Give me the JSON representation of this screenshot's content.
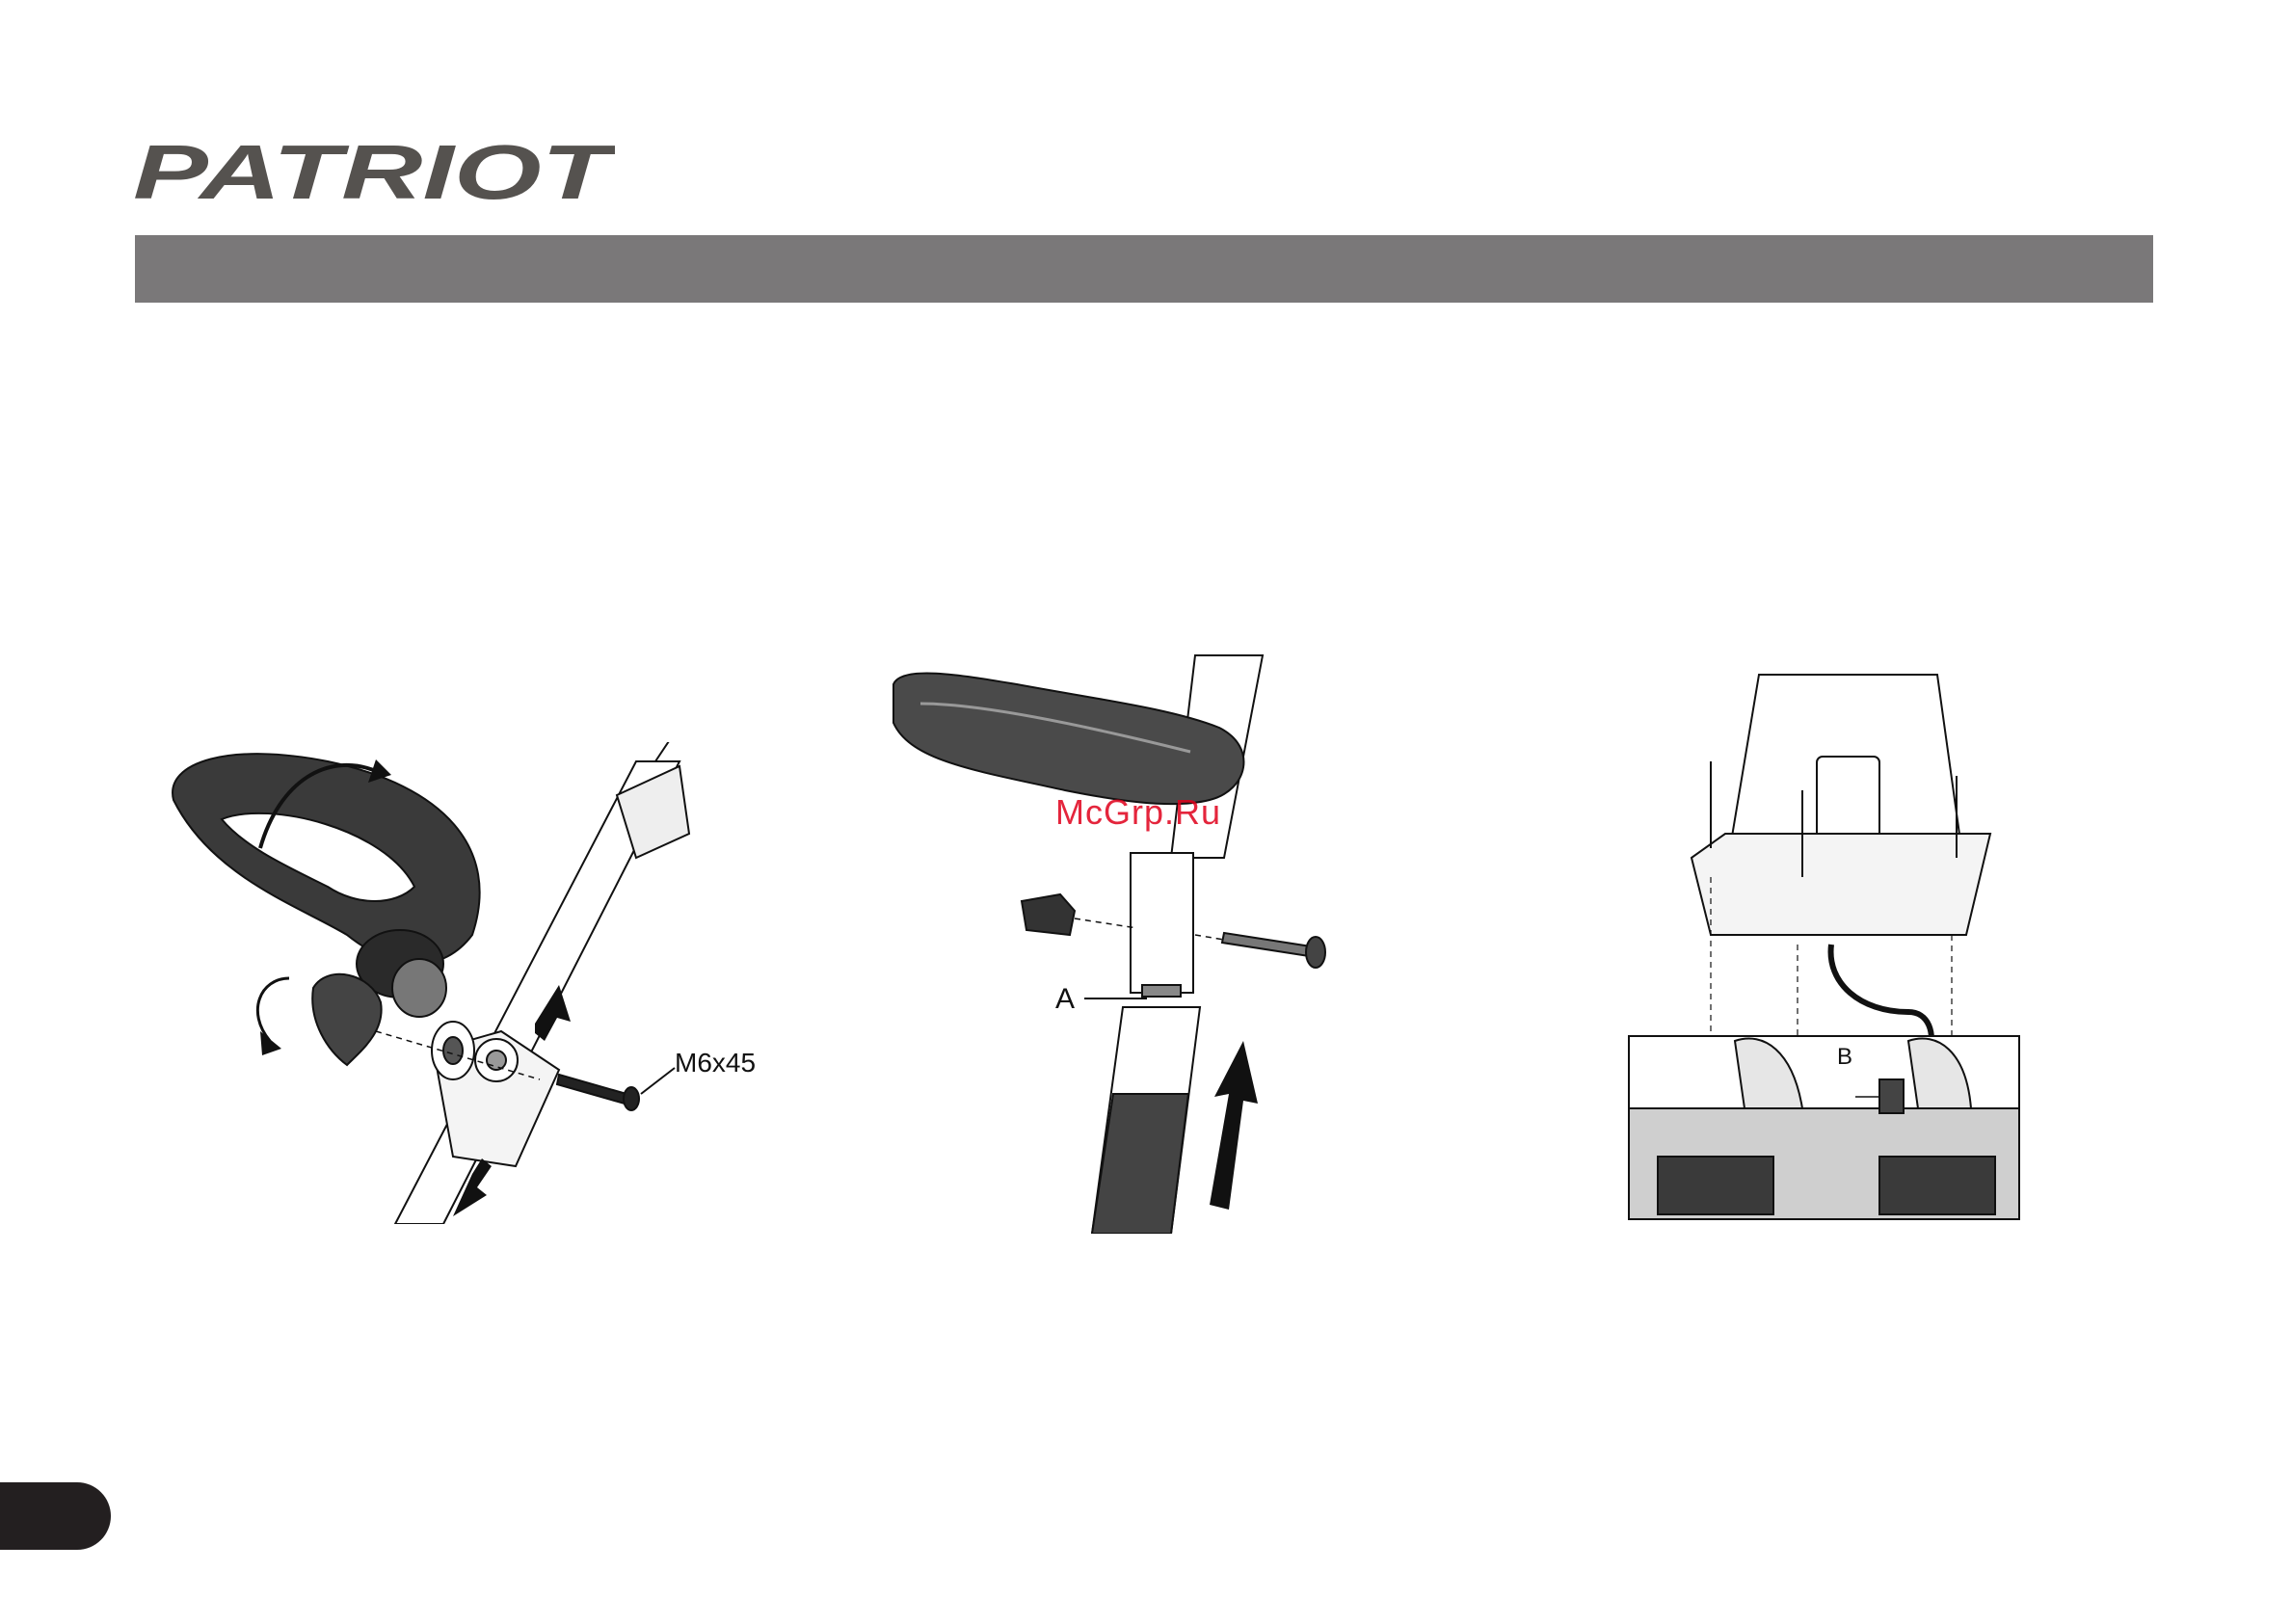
{
  "brand": {
    "logo_text": "PATRIOT"
  },
  "figure1": {
    "callout": "M6x45"
  },
  "figure2": {
    "callout": "A"
  },
  "figure3": {
    "callout": "B"
  },
  "watermark": "McGrp.Ru",
  "colors": {
    "header_bar": "#7a7879",
    "logo": "#55524f",
    "watermark": "#e0001b",
    "page_tab": "#231f20"
  }
}
